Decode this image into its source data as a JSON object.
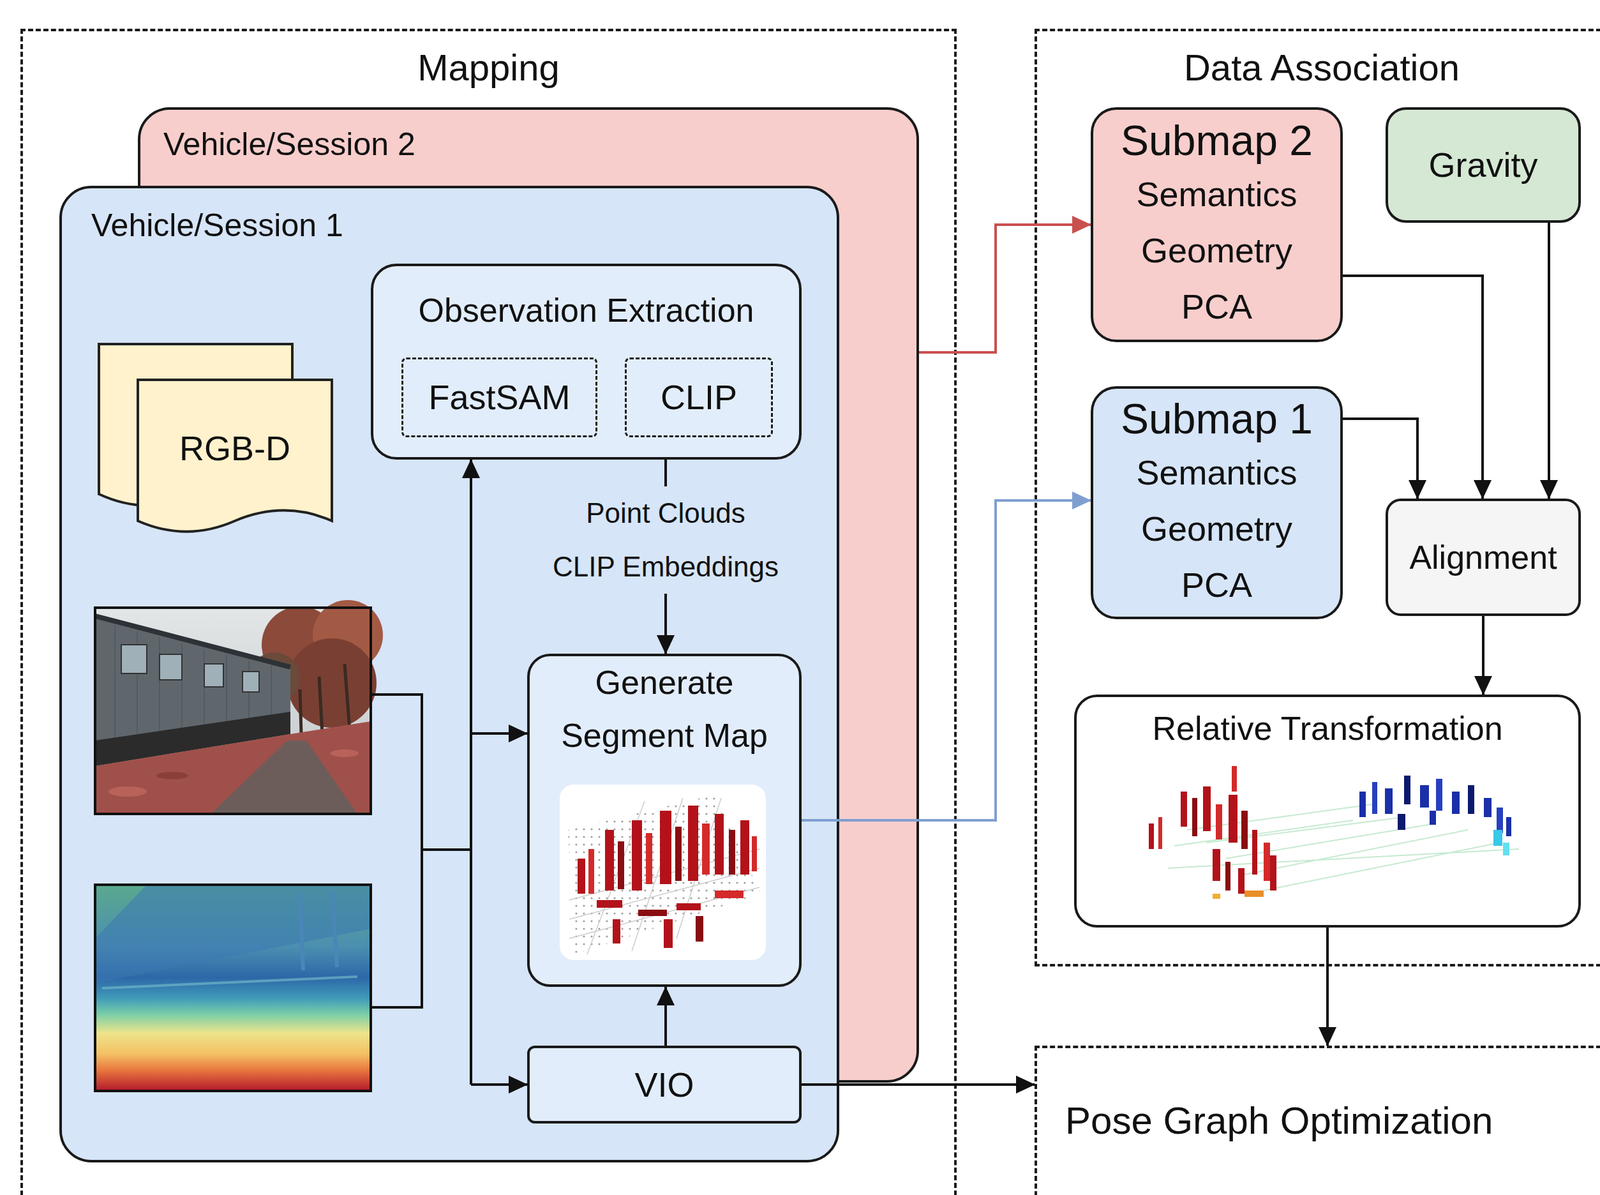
{
  "diagram": {
    "nodes": [
      {
        "text": [
          "Mapping"
        ]
      },
      {
        "text": [
          "Vehicle/Session 2"
        ],
        "in": 0
      },
      {
        "text": [
          "Vehicle/Session 1"
        ],
        "in": 0
      },
      {
        "text": [
          "RGB-D"
        ],
        "in": 2
      },
      {
        "text": [
          "Observation Extraction"
        ],
        "in": 2
      },
      {
        "text": [
          "FastSAM"
        ],
        "in": 4
      },
      {
        "text": [
          "CLIP"
        ],
        "in": 4
      },
      {
        "text": [
          "Generate Segment Map"
        ],
        "in": 2
      },
      {
        "text": [
          "VIO"
        ],
        "in": 2
      },
      {
        "text": [
          "Data Association"
        ]
      },
      {
        "text": [
          "Submap 2",
          "Semantics",
          "Geometry",
          "PCA"
        ],
        "in": 9
      },
      {
        "text": [
          "Gravity"
        ],
        "in": 9
      },
      {
        "text": [
          "Submap 1",
          "Semantics",
          "Geometry",
          "PCA"
        ],
        "in": 9
      },
      {
        "text": [
          "Alignment"
        ],
        "in": 9
      },
      {
        "text": [
          "Relative Transformation"
        ],
        "in": 9
      },
      {
        "text": [
          "Pose Graph Optimization"
        ]
      }
    ],
    "edges": [
      {
        "from": 4,
        "to": 7,
        "arrow": "to",
        "label": "Point Clouds CLIP Embeddings"
      },
      {
        "from": 8,
        "to": 7,
        "arrow": "to"
      },
      {
        "from": 8,
        "to": 15,
        "arrow": "to"
      },
      {
        "from": 1,
        "to": 10,
        "arrow": "to"
      },
      {
        "from": 7,
        "to": 12,
        "arrow": "to"
      },
      {
        "from": 12,
        "to": 13,
        "arrow": "to"
      },
      {
        "from": 10,
        "to": 13,
        "arrow": "to"
      },
      {
        "from": 11,
        "to": 13,
        "arrow": "to"
      },
      {
        "from": 13,
        "to": 14,
        "arrow": "to"
      },
      {
        "from": 14,
        "to": 15,
        "arrow": "to"
      }
    ]
  }
}
